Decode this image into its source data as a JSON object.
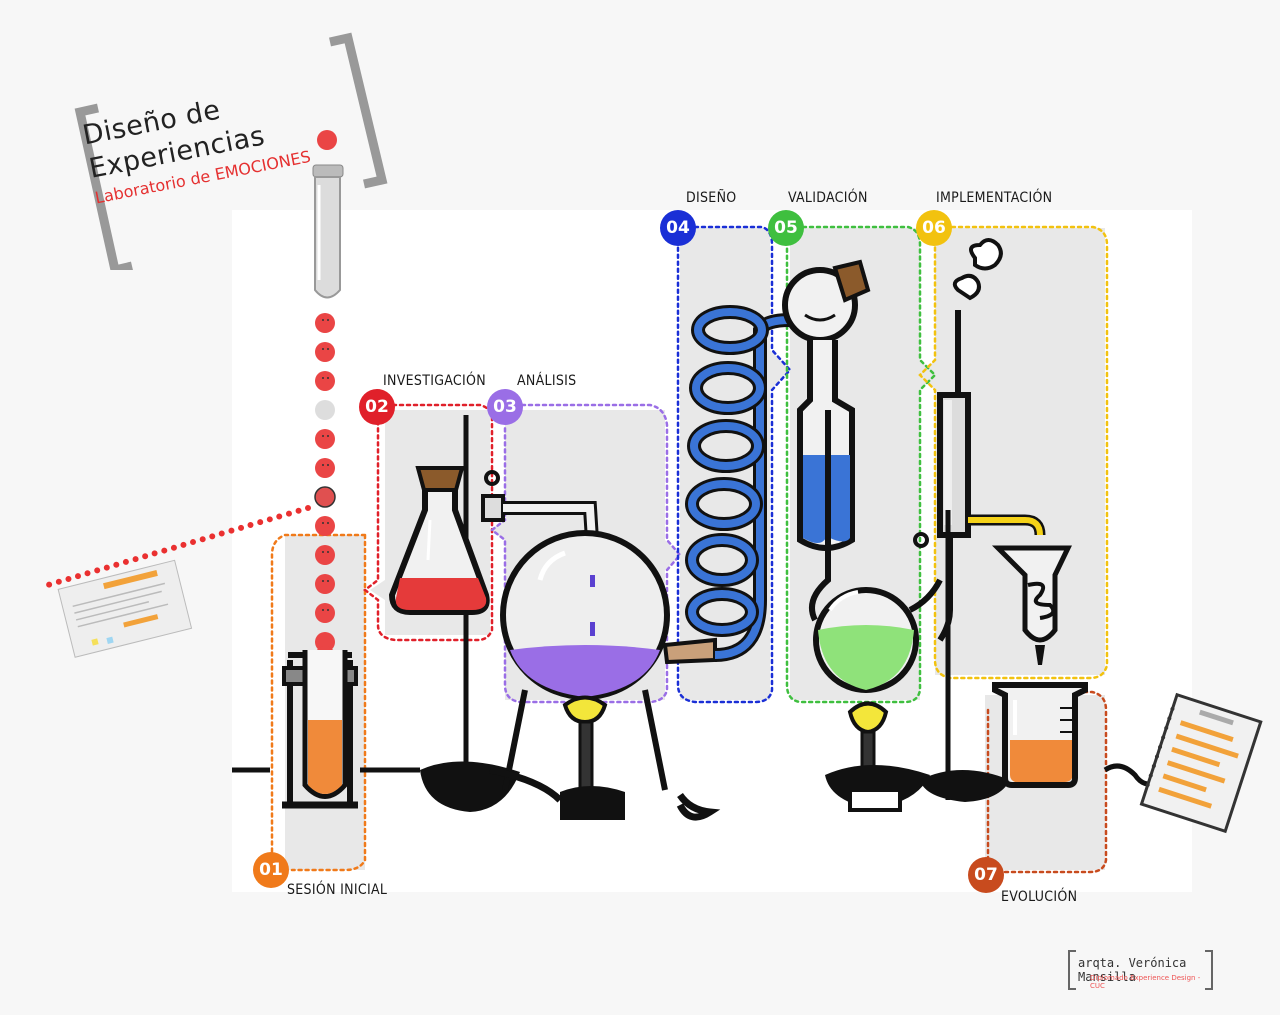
{
  "title": {
    "line1": "Diseño de",
    "line2": "Experiencias",
    "subtitle": "Laboratorio de EMOCIONES"
  },
  "stages": [
    {
      "number": "01",
      "label": "SESIÓN INICIAL",
      "color": "#f07a1a"
    },
    {
      "number": "02",
      "label": "INVESTIGACIÓN",
      "color": "#e0202a"
    },
    {
      "number": "03",
      "label": "ANÁLISIS",
      "color": "#9a6ee6"
    },
    {
      "number": "04",
      "label": "DISEÑO",
      "color": "#1a2fd6"
    },
    {
      "number": "05",
      "label": "VALIDACIÓN",
      "color": "#3fbf3f"
    },
    {
      "number": "06",
      "label": "IMPLEMENTACIÓN",
      "color": "#f2c20f"
    },
    {
      "number": "07",
      "label": "EVOLUCIÓN",
      "color": "#c84b1e"
    }
  ],
  "credit": {
    "name": "arqta. Verónica Mansilla",
    "subtitle": "Diplomado Experience Design - CUC"
  },
  "colors": {
    "coil": "#3a74d6",
    "flask_red": "#e53a3a",
    "liquid_orange": "#f08a3a",
    "liquid_green": "#8fe27a",
    "liquid_purple": "#9a6ee6",
    "flame": "#f3e63a",
    "clamp_yellow": "#f5d218",
    "emotion_dot": "#ea4545"
  },
  "icons": [
    "test-tube-icon",
    "erlenmeyer-flask-icon",
    "round-flask-icon",
    "coil-condenser-icon",
    "distillation-icon",
    "burner-icon",
    "beaker-icon",
    "paper-note-icon",
    "notebook-icon"
  ]
}
